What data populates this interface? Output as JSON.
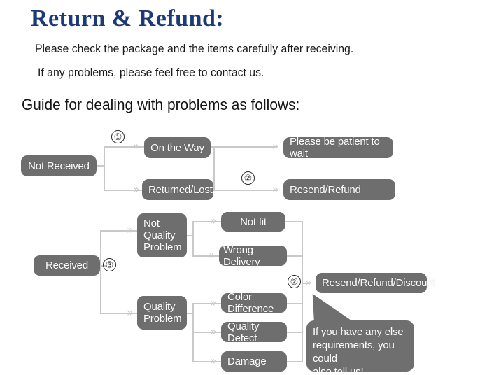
{
  "header": {
    "title": "Return & Refund:",
    "line1": "Please check the package and the items carefully after receiving.",
    "line2": "If any problems, please feel free to contact us.",
    "guide": "Guide for dealing with problems as follows:"
  },
  "colors": {
    "title": "#1b3a77",
    "node_fill": "#6e6e6e",
    "node_text": "#ffffff",
    "connector": "#c9c9c9",
    "background": "#ffffff"
  },
  "flow": {
    "nodes": [
      {
        "id": "not-received",
        "label": "Not Received"
      },
      {
        "id": "on-the-way",
        "label": "On the Way"
      },
      {
        "id": "returned-lost",
        "label": "Returned/Lost"
      },
      {
        "id": "please-be-patient",
        "label": "Please be patient to wait"
      },
      {
        "id": "resend-refund",
        "label": "Resend/Refund"
      },
      {
        "id": "received",
        "label": "Received"
      },
      {
        "id": "not-quality-problem",
        "label": "Not\nQuality\nProblem"
      },
      {
        "id": "quality-problem",
        "label": "Quality\nProblem"
      },
      {
        "id": "not-fit",
        "label": "Not fit"
      },
      {
        "id": "wrong-delivery",
        "label": "Wrong Delivery"
      },
      {
        "id": "color-difference",
        "label": "Color Difference"
      },
      {
        "id": "quality-defect",
        "label": "Quality Defect"
      },
      {
        "id": "damage",
        "label": "Damage"
      },
      {
        "id": "resend-refund-discount",
        "label": "Resend/Refund/Discount"
      }
    ],
    "markers": [
      {
        "id": "marker-1",
        "label": "①"
      },
      {
        "id": "marker-2-top",
        "label": "②"
      },
      {
        "id": "marker-3",
        "label": "③"
      },
      {
        "id": "marker-2-bottom",
        "label": "②"
      }
    ],
    "arrow_glyph": "»",
    "bubble": "If you have any else\nrequirements, you could\nalso tell us!"
  }
}
